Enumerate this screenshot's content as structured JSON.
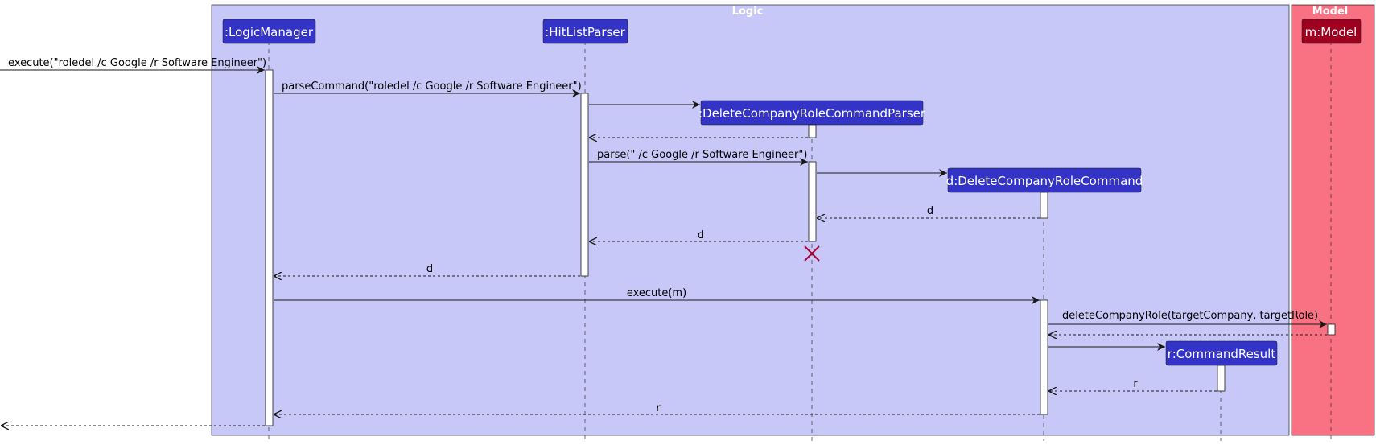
{
  "groups": {
    "logic": {
      "title": "Logic",
      "fill": "#c8c8f8"
    },
    "model": {
      "title": "Model",
      "fill": "#f87284"
    }
  },
  "colors": {
    "participant": "#3333c8",
    "model_participant": "#a00020",
    "destroy": "#a80036"
  },
  "participants": {
    "logic_manager": ":LogicManager",
    "hit_list_parser": ":HitListParser",
    "delete_parser": ":DeleteCompanyRoleCommandParser",
    "delete_command": "d:DeleteCompanyRoleCommand",
    "command_result": "r:CommandResult",
    "model": "m:Model"
  },
  "messages": {
    "execute_call": "execute(\"roledel /c Google /r Software Engineer\")",
    "parse_command_call": "parseCommand(\"roledel /c Google /r Software Engineer\")",
    "parse_call": "parse(\" /c Google /r Software Engineer\")",
    "return_d_from_command": "d",
    "return_d_from_parser": "d",
    "return_d_to_manager": "d",
    "execute_m": "execute(m)",
    "delete_company_role": "deleteCompanyRole(targetCompany, targetRole)",
    "return_r_from_result": "r",
    "return_r_to_manager": "r"
  }
}
